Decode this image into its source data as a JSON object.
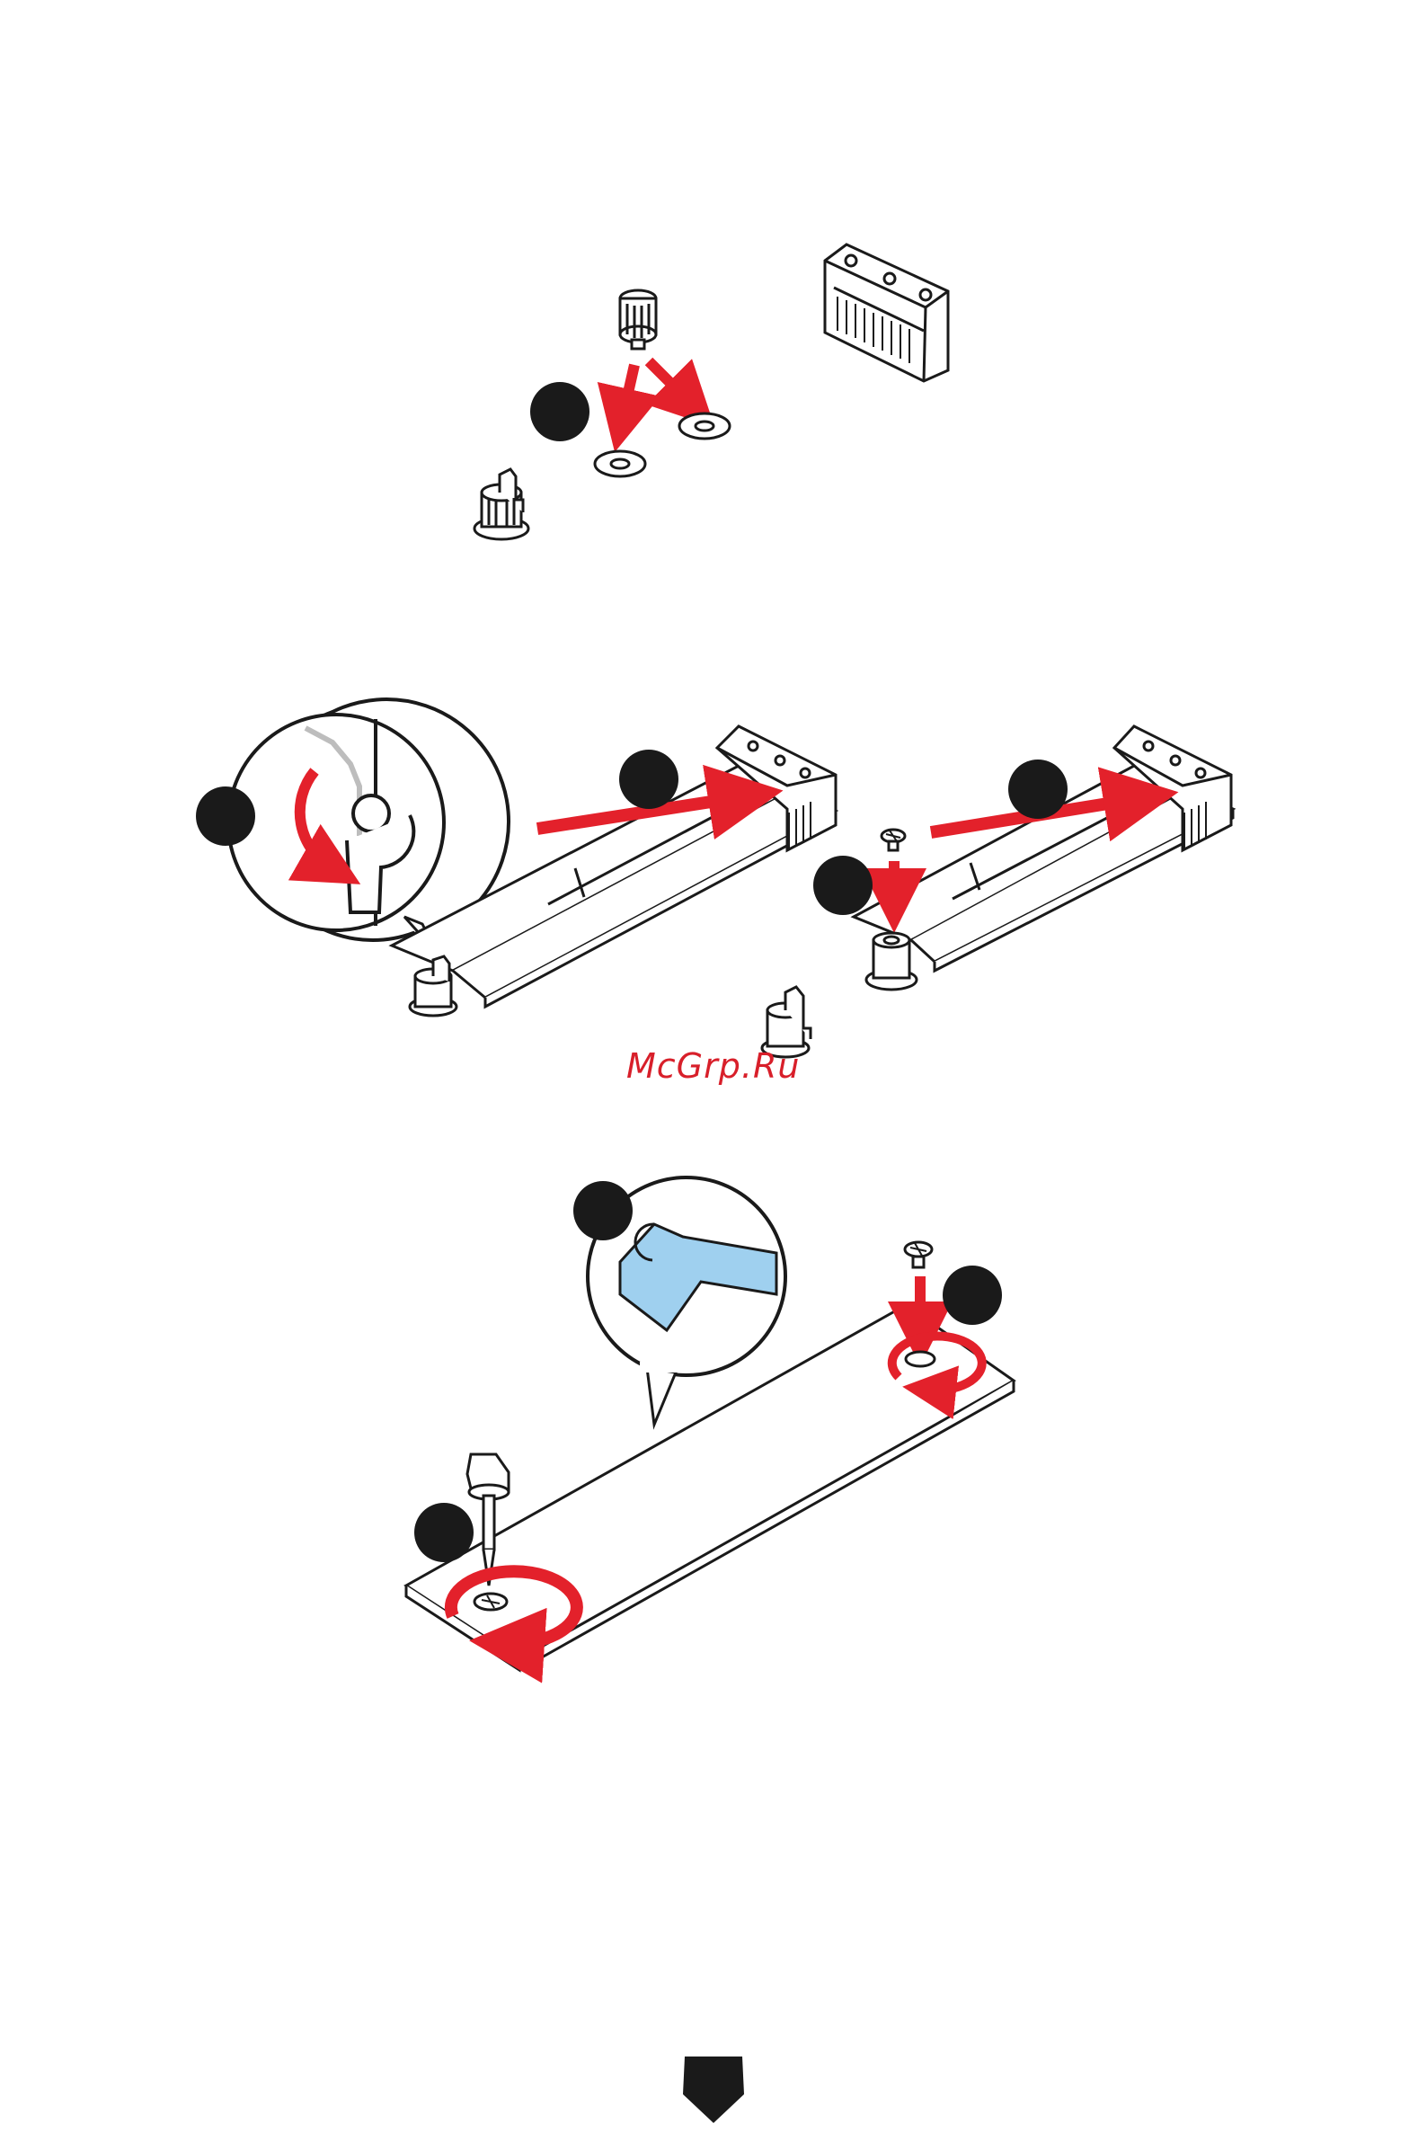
{
  "watermark": {
    "text": "McGrp.Ru"
  },
  "colors": {
    "line": "#1a1a1a",
    "accent_red": "#e3212b",
    "thermal_pad": "#9fd0ef",
    "badge": "#1a1a1a",
    "background": "#ffffff"
  },
  "sections": [
    {
      "name": "standoff-installation",
      "step_badges": 1
    },
    {
      "name": "ssd-insertion",
      "step_badges": 4
    },
    {
      "name": "ssd-screw-fastening",
      "step_badges": 3
    }
  ],
  "icons": [
    "standoff-icon",
    "latch-standoff-icon",
    "m2-slot-icon",
    "ssd-module-icon",
    "screw-icon",
    "screwdriver-icon",
    "rotate-arrow-icon",
    "brand-shield-icon"
  ]
}
